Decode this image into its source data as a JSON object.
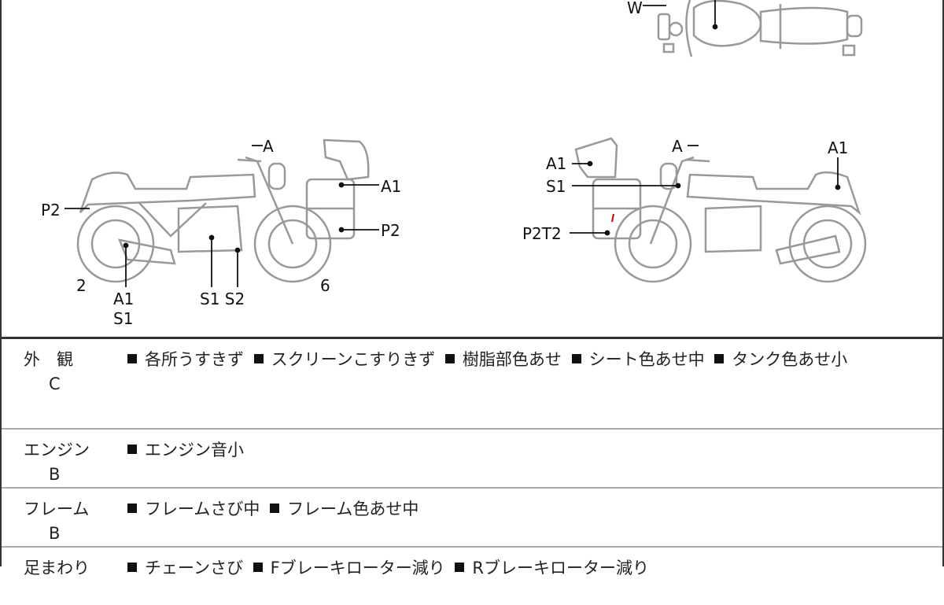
{
  "diagram": {
    "top_view": {
      "W": "W"
    },
    "left_side": {
      "A": "A",
      "A1_screen": "A1",
      "P2_rear": "P2",
      "P2_box": "P2",
      "num2": "2",
      "A1_muffler": "A1",
      "S1_muffler": "S1",
      "S1S2": "S1 S2",
      "num6": "6"
    },
    "right_side": {
      "A": "A",
      "A1_tail": "A1",
      "A1_screen": "A1",
      "S1": "S1",
      "P2T2": "P2T2"
    }
  },
  "sections": [
    {
      "category": "外　観",
      "grade": "C",
      "items": [
        "各所うすきず",
        "スクリーンこすりきず",
        "樹脂部色あせ",
        "シート色あせ中",
        "タンク色あせ小"
      ]
    },
    {
      "category": "エンジン",
      "grade": "B",
      "items": [
        "エンジン音小"
      ]
    },
    {
      "category": "フレーム",
      "grade": "B",
      "items": [
        "フレームさび中",
        "フレーム色あせ中"
      ]
    },
    {
      "category": "足まわり",
      "grade": "",
      "items": [
        "チェーンさび",
        "Fブレーキローター減り",
        "Rブレーキローター減り"
      ]
    }
  ]
}
